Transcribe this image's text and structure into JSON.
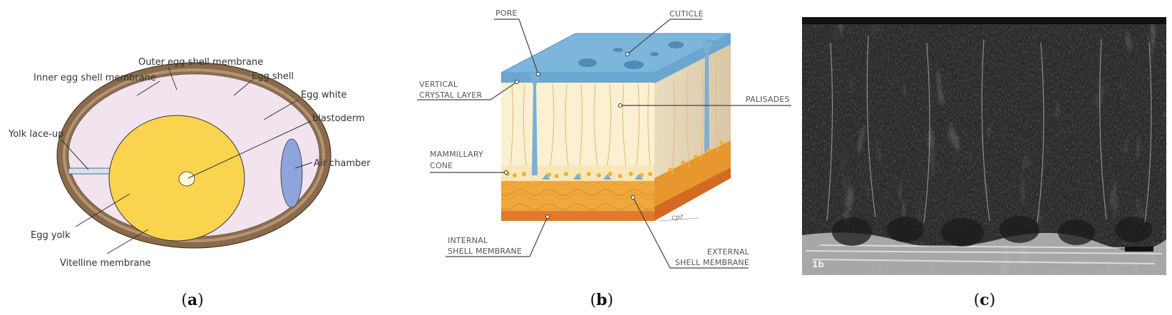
{
  "panel_a": {
    "labels": {
      "outer_membrane": "Outer egg shell membrane",
      "inner_membrane": "Inner egg shell membrane",
      "egg_shell": "Egg shell",
      "egg_white": "Egg white",
      "blastoderm": "blastoderm",
      "yolk_laceup": "Yolk lace-up",
      "air_chamber": "Air chamber",
      "egg_yolk": "Egg yolk",
      "vitelline": "Vitelline membrane"
    },
    "caption_letter": "a",
    "colors": {
      "shell": "#8a6a4a",
      "white": "#f2e4ee",
      "yolk": "#fbd44f",
      "air": "#8fa3dd",
      "lace": "#cfe3f3"
    }
  },
  "panel_b": {
    "labels": {
      "pore": "PORE",
      "cuticle": "CUTICLE",
      "vertical_1": "VERTICAL",
      "vertical_2": "CRYSTAL LAYER",
      "palisades": "PALISADES",
      "mammillary_1": "MAMMILLARY",
      "mammillary_2": "CONE",
      "internal_1": "INTERNAL",
      "internal_2": "SHELL MEMBRANE",
      "external_1": "EXTERNAL",
      "external_2": "SHELL MEMBRANE",
      "signature": "cpf"
    },
    "caption_letter": "b",
    "colors": {
      "cuticle": "#7db6dc",
      "palisade": "#fbf0d2",
      "membrane": "#f0a83c",
      "bottom": "#e07a2c"
    }
  },
  "panel_c": {
    "corner_label": "1b",
    "caption_letter": "c"
  }
}
